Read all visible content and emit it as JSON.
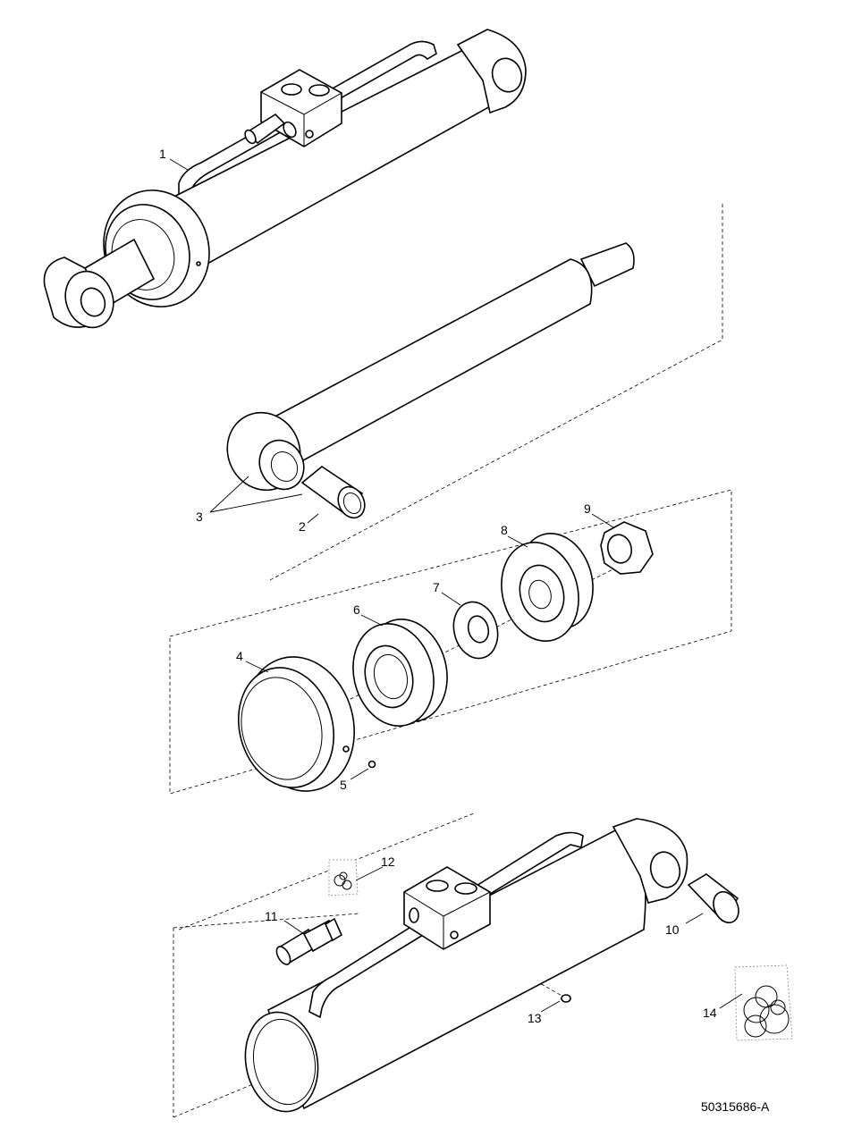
{
  "callouts": [
    {
      "id": "c1",
      "label": "1"
    },
    {
      "id": "c2",
      "label": "2"
    },
    {
      "id": "c3",
      "label": "3"
    },
    {
      "id": "c4",
      "label": "4"
    },
    {
      "id": "c5",
      "label": "5"
    },
    {
      "id": "c6",
      "label": "6"
    },
    {
      "id": "c7",
      "label": "7"
    },
    {
      "id": "c8",
      "label": "8"
    },
    {
      "id": "c9",
      "label": "9"
    },
    {
      "id": "c10",
      "label": "10"
    },
    {
      "id": "c11",
      "label": "11"
    },
    {
      "id": "c12",
      "label": "12"
    },
    {
      "id": "c13",
      "label": "13"
    },
    {
      "id": "c14",
      "label": "14"
    }
  ],
  "drawing_number": "50315686-A"
}
